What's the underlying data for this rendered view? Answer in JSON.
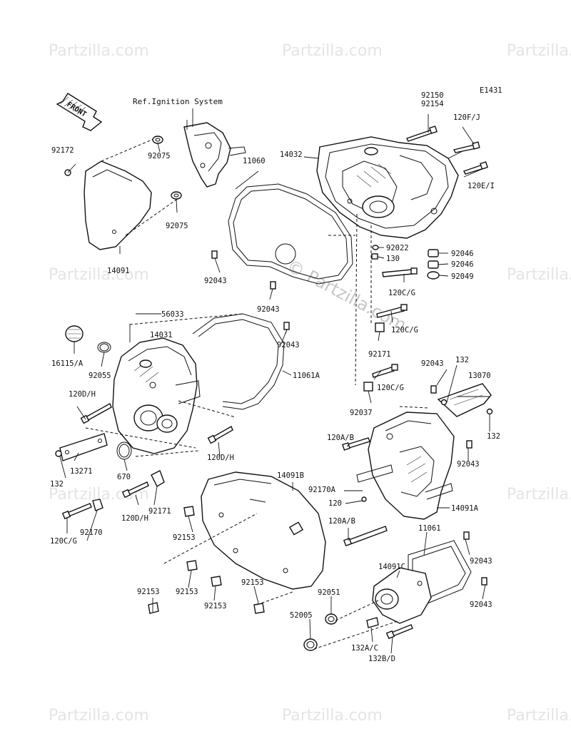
{
  "diagram_code": "E1431",
  "reference_label": "Ref.Ignition System",
  "front_arrow_label": "FRONT",
  "watermark": {
    "text": "Partzilla.com",
    "center_text": "© Partzilla.com"
  },
  "callouts": {
    "c92172": "92172",
    "c92075a": "92075",
    "c92075b": "92075",
    "c14091": "14091",
    "c11060": "11060",
    "c92043a": "92043",
    "c92043b": "92043",
    "c92043c": "92043",
    "c92043d": "92043",
    "c92043e": "92043",
    "c92043f": "92043",
    "c92043g": "92043",
    "c14032": "14032",
    "c92150": "92150",
    "c92154": "92154",
    "c120fj": "120F/J",
    "c120ei": "120E/I",
    "c92022": "92022",
    "c130": "130",
    "c92046a": "92046",
    "c92046b": "92046",
    "c92049": "92049",
    "c120cg1": "120C/G",
    "c120cg2": "120C/G",
    "c120cg3": "120C/G",
    "c120cg4": "120C/G",
    "c56033": "56033",
    "c14031": "14031",
    "c16115a": "16115/A",
    "c92055": "92055",
    "c11061a": "11061A",
    "c92171a": "92171",
    "c92171b": "92171",
    "c92037": "92037",
    "c120dh1": "120D/H",
    "c120dh2": "120D/H",
    "c120dh3": "120D/H",
    "c132a": "132",
    "c132b": "132",
    "c132c": "132",
    "c13070": "13070",
    "c13271": "13271",
    "c670": "670",
    "c120ab1": "120A/B",
    "c120ab2": "120A/B",
    "c14091b": "14091B",
    "c92170a": "92170A",
    "c120": "120",
    "c14091a": "14091A",
    "c92170": "92170",
    "c92153a": "92153",
    "c92153b": "92153",
    "c92153c": "92153",
    "c92153d": "92153",
    "c92153e": "92153",
    "c11061": "11061",
    "c14091c": "14091C",
    "c92051": "92051",
    "c52005": "52005",
    "c132ac": "132A/C",
    "c132bd": "132B/D"
  }
}
